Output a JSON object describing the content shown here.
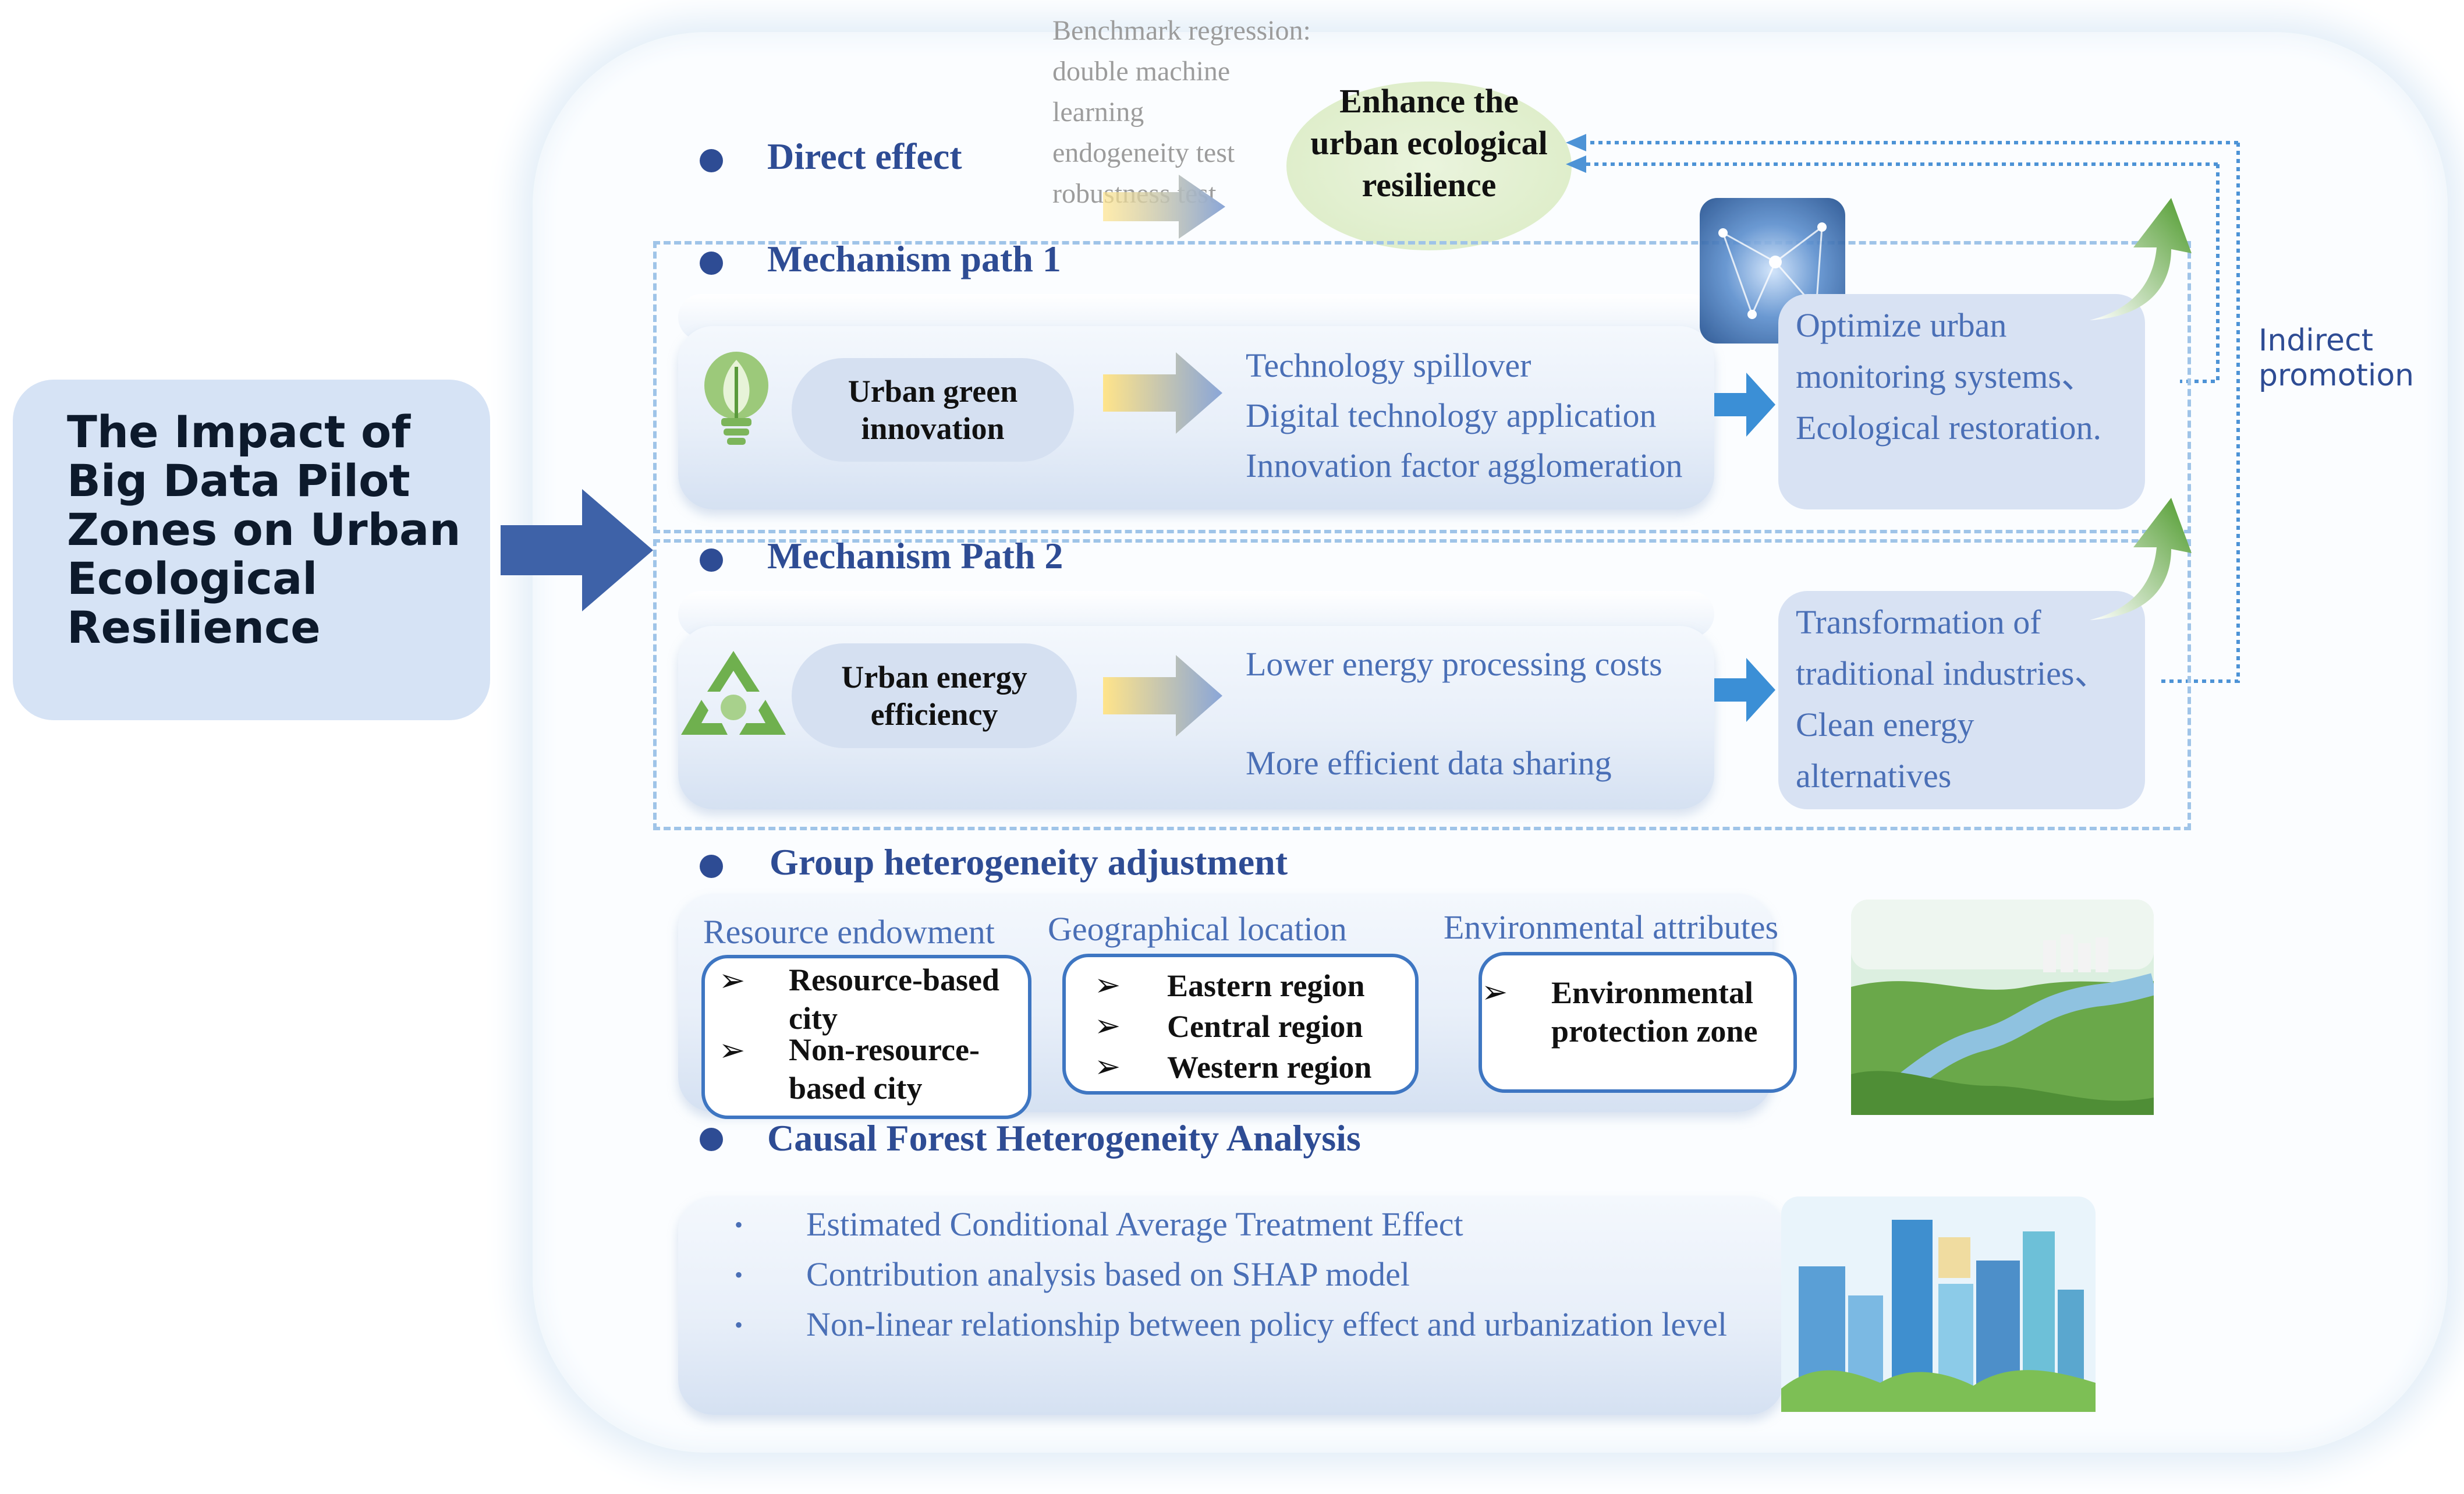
{
  "title": "The Impact of Big Data Pilot Zones on Urban Ecological Resilience",
  "direct_effect": {
    "heading": "Direct effect",
    "methods": [
      "Benchmark regression:",
      "double machine",
      "learning",
      "endogeneity test",
      "robustness test"
    ],
    "outcome": "Enhance the urban ecological resilience"
  },
  "indirect_label": "Indirect promotion",
  "mechanism_1": {
    "heading": "Mechanism path 1",
    "factor": "Urban green innovation",
    "channels": [
      "Technology spillover",
      "Digital technology application",
      "Innovation factor agglomeration"
    ],
    "result": "Optimize urban monitoring systems、Ecological restoration."
  },
  "mechanism_2": {
    "heading": "Mechanism Path 2",
    "factor": "Urban energy efficiency",
    "channels": [
      "Lower energy processing costs",
      "More efficient data sharing"
    ],
    "result": "Transformation of traditional industries、Clean energy alternatives"
  },
  "heterogeneity": {
    "heading": "Group heterogeneity adjustment",
    "groups": [
      {
        "label": "Resource endowment",
        "items": [
          "Resource-based city",
          "Non-resource-based city"
        ]
      },
      {
        "label": "Geographical location",
        "items": [
          "Eastern region",
          "Central region",
          "Western region"
        ]
      },
      {
        "label": "Environmental attributes",
        "items": [
          "Environmental protection zone"
        ]
      }
    ]
  },
  "causal_forest": {
    "heading": "Causal Forest Heterogeneity Analysis",
    "items": [
      "Estimated Conditional Average Treatment Effect",
      "Contribution analysis based on SHAP model",
      "Non-linear relationship between policy effect and urbanization level"
    ]
  },
  "icons": [
    "lightbulb-leaf-icon",
    "recycle-icon",
    "network-globe-icon",
    "growth-arrow-icon",
    "river-landscape-icon",
    "city-buildings-icon"
  ],
  "colors": {
    "heading": "#2e4c94",
    "text": "#4a6fb6",
    "dash": "#9fc4e8",
    "title_box": "#d6e3f5",
    "big_arrow": "#3e62a8"
  }
}
